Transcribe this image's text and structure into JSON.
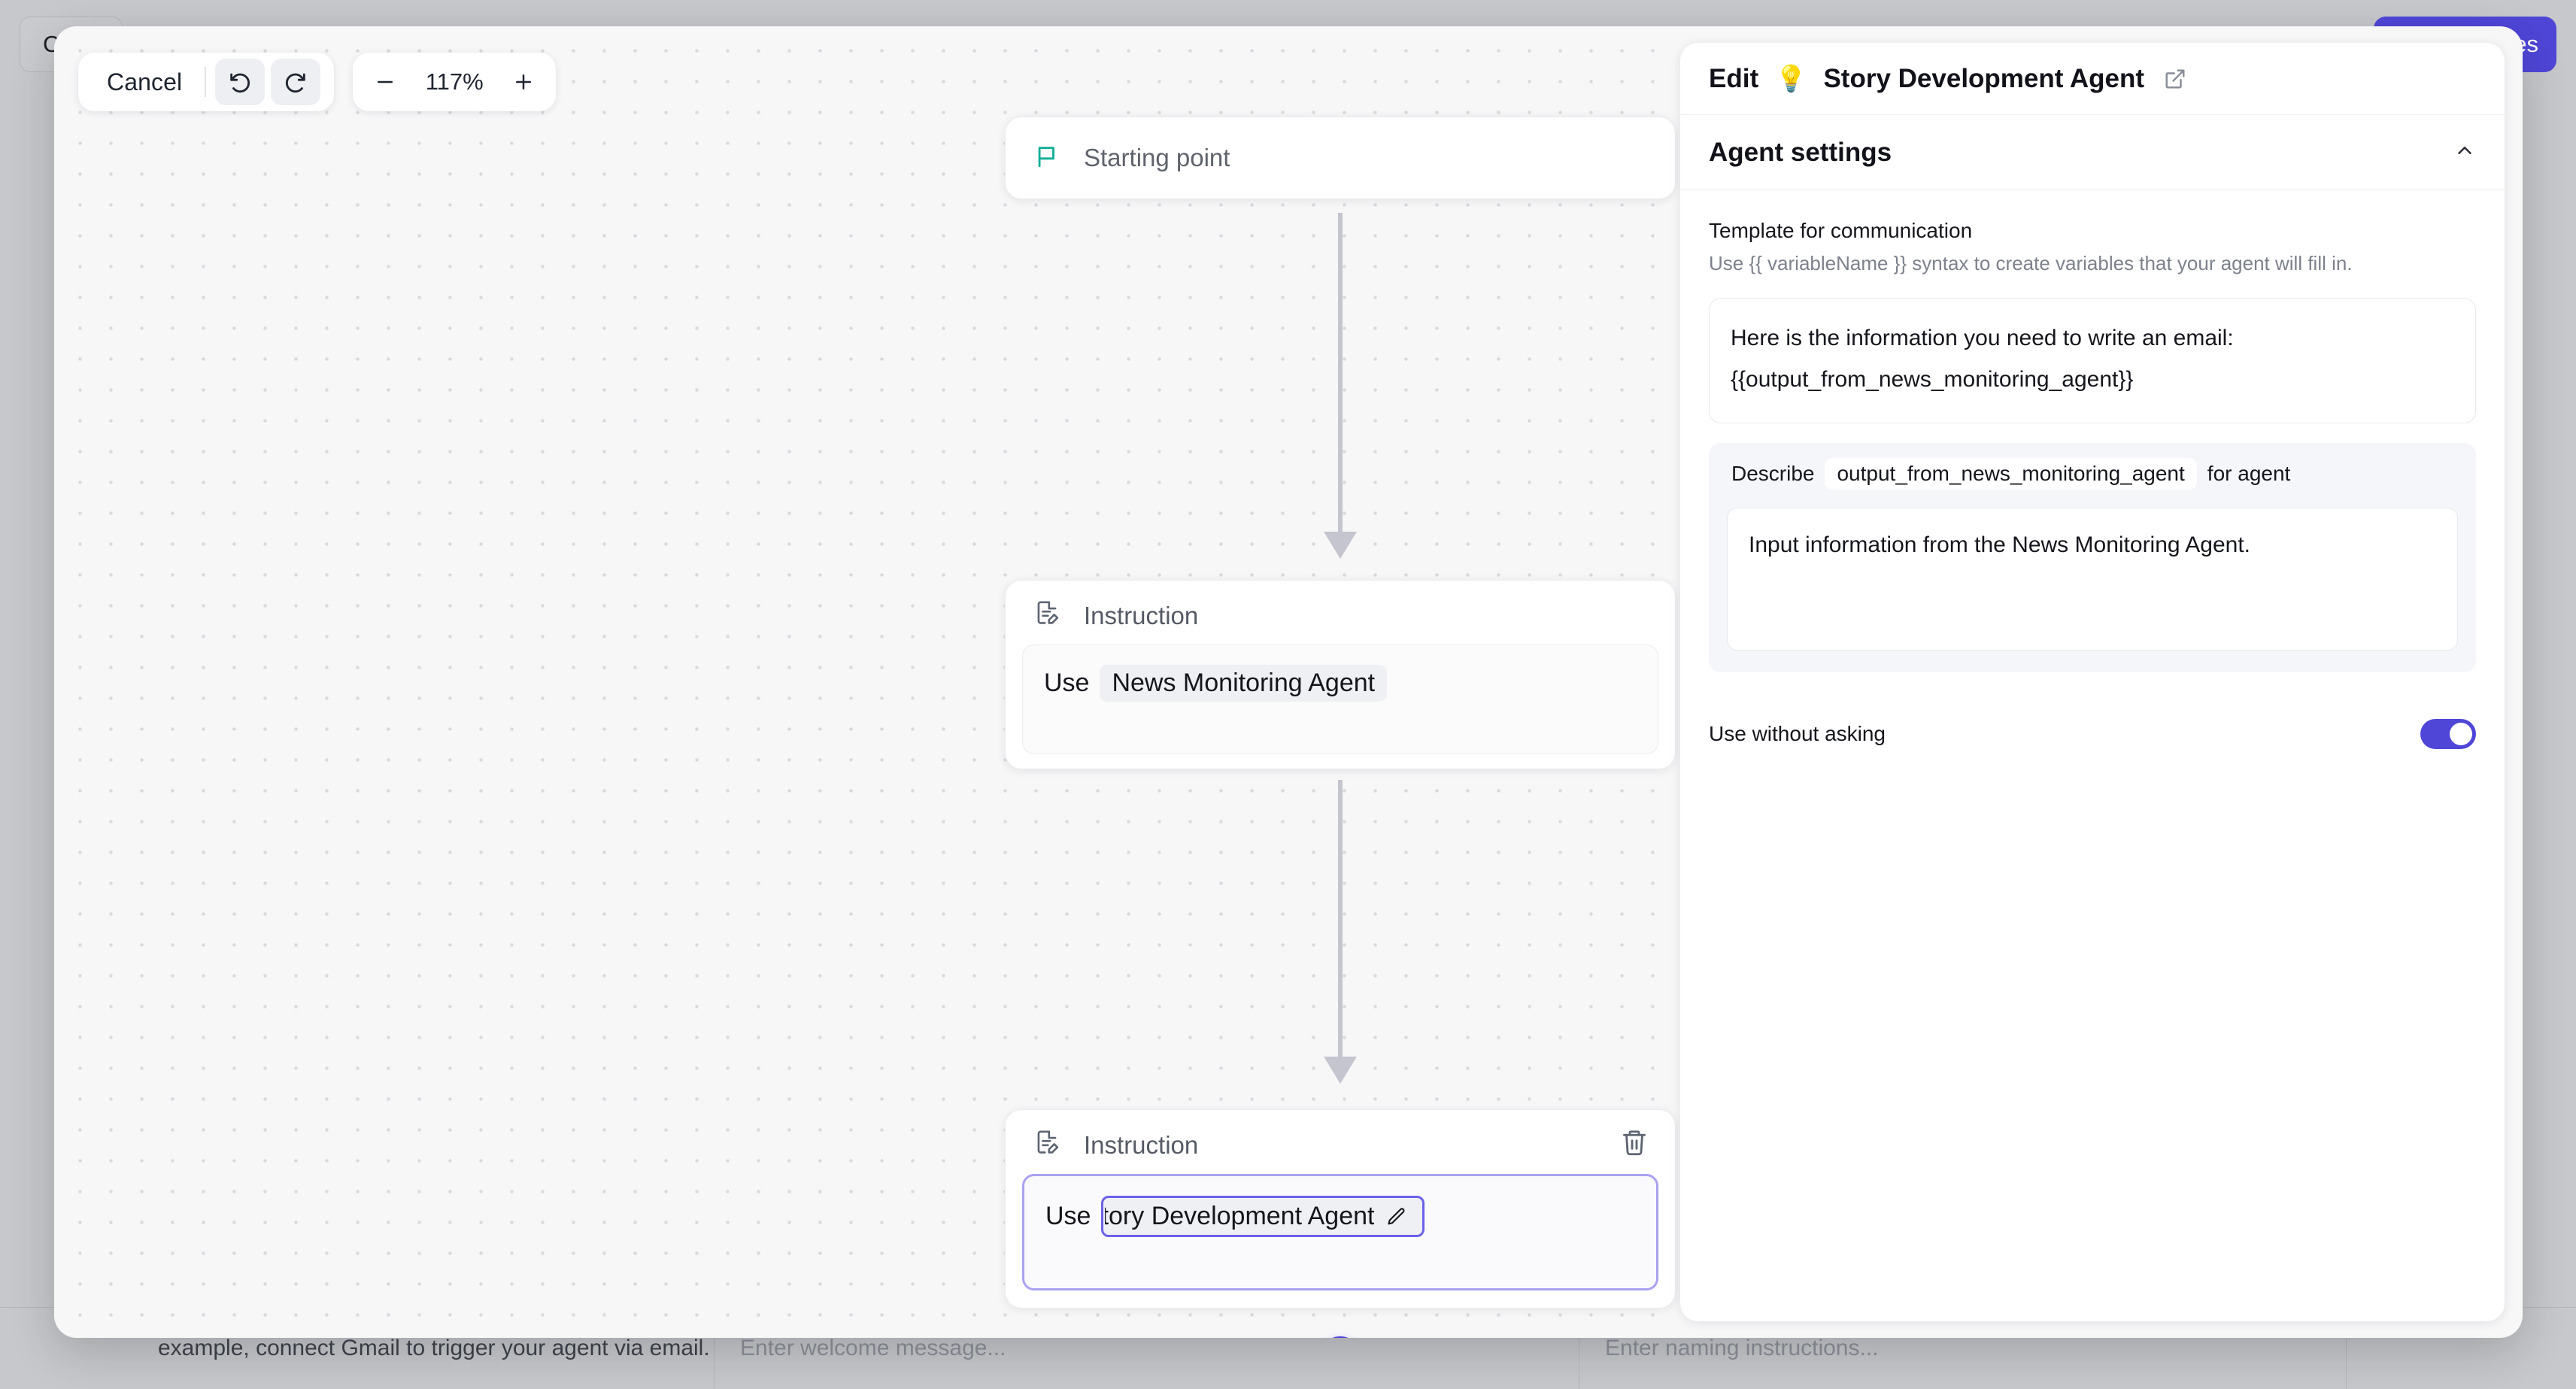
{
  "background": {
    "cancel_label": "Ca",
    "save_label": "es",
    "accent_color": "#4f46d8",
    "bottom_fields": [
      {
        "name": "trigger-help-text",
        "value": "example, connect Gmail to trigger your agent via email.",
        "is_placeholder": false
      },
      {
        "name": "welcome-message-input",
        "value": "Enter welcome message...",
        "is_placeholder": true
      },
      {
        "name": "naming-instructions-input",
        "value": "Enter naming instructions...",
        "is_placeholder": true
      },
      {
        "name": "empty-cell",
        "value": "",
        "is_placeholder": false
      }
    ]
  },
  "toolbar": {
    "cancel_label": "Cancel",
    "undo_icon": "undo-icon",
    "redo_icon": "redo-icon",
    "zoom_out_label": "−",
    "zoom_level": "117%",
    "zoom_in_label": "+"
  },
  "canvas": {
    "add_node_label": "+",
    "nodes": [
      {
        "id": "starting-point",
        "icon": "flag-icon",
        "icon_color": "#0fae96",
        "title": "Starting point"
      },
      {
        "id": "instruction-1",
        "icon": "document-edit-icon",
        "title": "Instruction",
        "use_word": "Use",
        "agent_chip": "News Monitoring Agent",
        "selected": false,
        "has_delete": false
      },
      {
        "id": "instruction-2",
        "icon": "document-edit-icon",
        "title": "Instruction",
        "use_word": "Use",
        "agent_chip": "tory Development Agent",
        "chip_edit_icon": "pencil-icon",
        "selected": true,
        "has_delete": true,
        "delete_icon": "trash-icon"
      }
    ]
  },
  "panel": {
    "header": {
      "edit_label": "Edit",
      "agent_emoji": "💡",
      "agent_name": "Story Development Agent",
      "external_link_icon": "external-link-icon"
    },
    "section": {
      "title": "Agent settings",
      "collapse_icon": "chevron-up-icon"
    },
    "template": {
      "label": "Template for communication",
      "help": "Use {{ variableName }} syntax to create variables that your agent will fill in.",
      "line1": "Here is the information you need to write an email:",
      "line2": "{{output_from_news_monitoring_agent}}"
    },
    "describe": {
      "prefix": "Describe",
      "variable": "output_from_news_monitoring_agent",
      "suffix": "for agent",
      "value": "Input information from the News Monitoring Agent."
    },
    "toggle": {
      "label": "Use without asking",
      "on": true,
      "color": "#4f46d8"
    }
  }
}
